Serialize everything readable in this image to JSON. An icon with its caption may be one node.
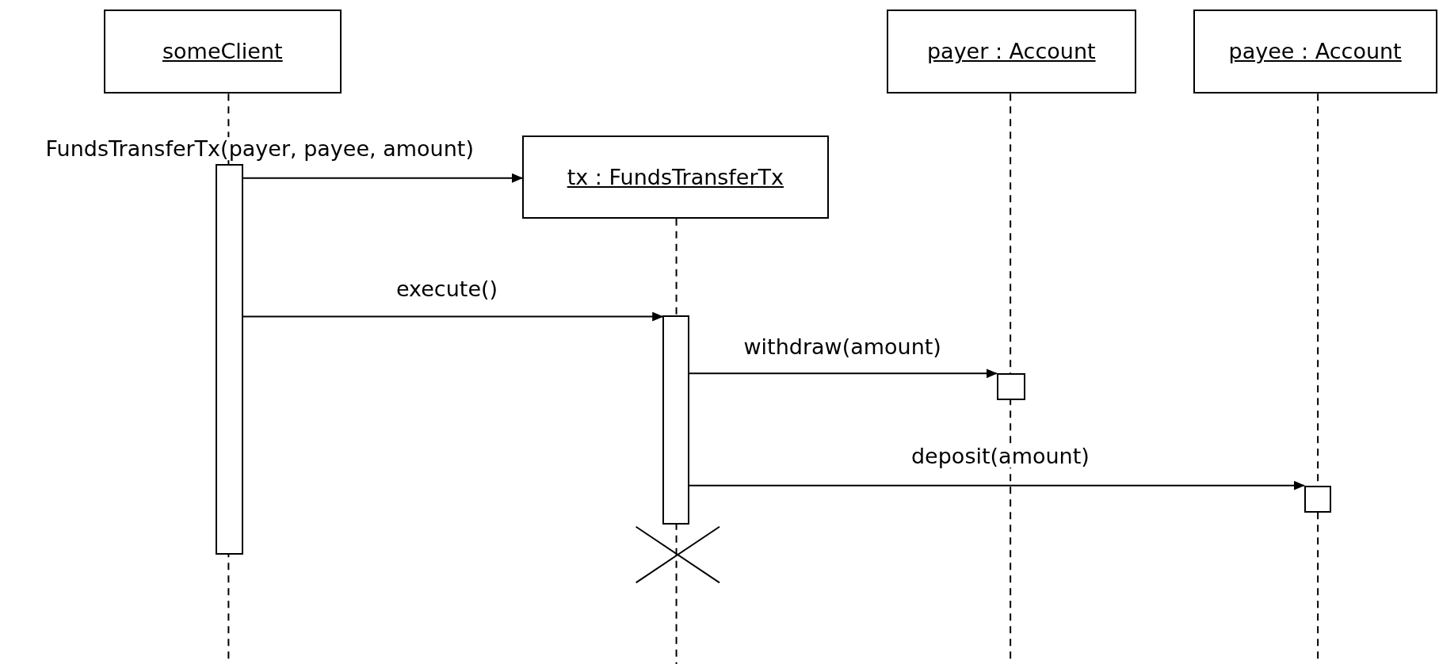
{
  "diagram": {
    "nodes": [
      {
        "text": [
          "someClient"
        ]
      },
      {
        "text": [
          "payer : Account"
        ]
      },
      {
        "text": [
          "payee : Account"
        ]
      },
      {
        "text": [
          "tx : FundsTransferTx"
        ]
      },
      {
        "text": [],
        "shape": "bar"
      },
      {
        "text": [],
        "shape": "bar"
      },
      {
        "text": [],
        "shape": "bar"
      },
      {
        "text": [],
        "shape": "bar"
      }
    ],
    "edges": [
      {
        "from": 4,
        "to": 3,
        "arrow": "to",
        "label": "FundsTransferTx(payer, payee, amount)"
      },
      {
        "from": 4,
        "to": 5,
        "arrow": "to",
        "label": "execute()"
      },
      {
        "from": 5,
        "to": 6,
        "arrow": "to",
        "label": "withdraw(amount)"
      },
      {
        "from": 5,
        "to": 7,
        "arrow": "to",
        "label": "deposit(amount)"
      }
    ]
  }
}
